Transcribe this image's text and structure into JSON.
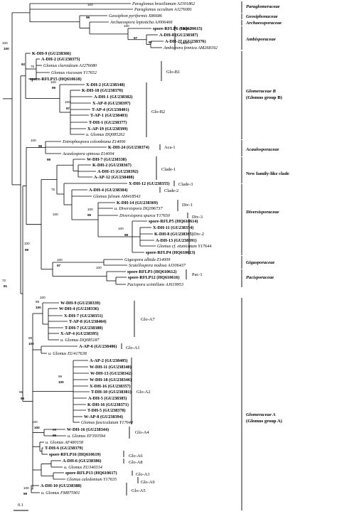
{
  "taxa": [
    {
      "t": "Paraglomus brasilianum AJ301862",
      "s": "i"
    },
    {
      "t": "Paraglomus occultum AJ276081",
      "s": "i"
    },
    {
      "t": "Geosiphon pyriformis X86686",
      "s": "i"
    },
    {
      "t": "Archaeospora leptoticha AJ006466",
      "s": "i"
    },
    {
      "t": "spore-RFLP6 (HQ610615)",
      "s": "b"
    },
    {
      "t": "A-DH-8 (GU238387)",
      "s": "b"
    },
    {
      "t": "A-DH-27 (GU238376)",
      "s": "b"
    },
    {
      "t": "Ambispora fennica AM268192",
      "s": "i"
    },
    {
      "t": "K-DH-9 (GU238366)",
      "s": "b"
    },
    {
      "t": "A-DH-2 (GU238375)",
      "s": "b"
    },
    {
      "t": "Glomus claroideum AJ276080",
      "s": "i"
    },
    {
      "t": "Glomus viscosum Y17652",
      "s": "i"
    },
    {
      "t": "spore-RFLP15 (HQ610618)",
      "s": "b"
    },
    {
      "t": "X-DH-2 (GU238348)",
      "s": "b"
    },
    {
      "t": "K-DH-18 (GU238370)",
      "s": "b"
    },
    {
      "t": "A-DH-1 (GU238382)",
      "s": "b"
    },
    {
      "t": "X-AP-8 (GU238397)",
      "s": "b"
    },
    {
      "t": "T-AP-4 (GU238401)",
      "s": "b"
    },
    {
      "t": "T-AP-1 (GU238403)",
      "s": "b"
    },
    {
      "t": "T-DH-1 (GU238377)",
      "s": "b"
    },
    {
      "t": "X-AP-19 (GU238399)",
      "s": "b"
    },
    {
      "t": "u. Glomus DQ085262",
      "s": "i"
    },
    {
      "t": "Entrophospora colombiana Z14006",
      "s": "i"
    },
    {
      "t": "K-DH-24 (GU238374)",
      "s": "b"
    },
    {
      "t": "Acaulospora spinosa Z14004",
      "s": "i"
    },
    {
      "t": "W-DH-7 (GU238338)",
      "s": "b"
    },
    {
      "t": "K-DH-2 (GU238367)",
      "s": "b"
    },
    {
      "t": "A-DH-15 (GU238392)",
      "s": "b"
    },
    {
      "t": "A-AP-12 (GU238408)",
      "s": "b"
    },
    {
      "t": "X-DH-12 (GU238355)",
      "s": "b"
    },
    {
      "t": "A-DH-4 (GU238384)",
      "s": "b"
    },
    {
      "t": "Glomus fulvum AM418543",
      "s": "i"
    },
    {
      "t": "K-DH-14 (GU238369)",
      "s": "b"
    },
    {
      "t": "u. Diversispora DQ396737",
      "s": "i"
    },
    {
      "t": "Diversispora spurca Y17650",
      "s": "i"
    },
    {
      "t": "spore-RFLP5 (HQ610614)",
      "s": "b"
    },
    {
      "t": "X-DH-11 (GU238354)",
      "s": "b"
    },
    {
      "t": "K-DH-8 (GU238365)",
      "s": "b"
    },
    {
      "t": "A-DH-13 (GU238391)",
      "s": "b"
    },
    {
      "t": "Glomus cf. etunicatum Y17644",
      "s": "i"
    },
    {
      "t": "spore-RFLP4 (HQ610613)",
      "s": "b"
    },
    {
      "t": "Gigaspora albida Z14009",
      "s": "i"
    },
    {
      "t": "Scutellospora nodosa AJ306437",
      "s": "i"
    },
    {
      "t": "spore-RFLP3 (HQ610612)",
      "s": "b"
    },
    {
      "t": "spore-RFLP12 (HQ610616)",
      "s": "b"
    },
    {
      "t": "Pacispora scintillans AJ619953",
      "s": "i"
    },
    {
      "t": "W-DH-9 (GU238339)",
      "s": "b"
    },
    {
      "t": "W-DH-4 (GU238336)",
      "s": "b"
    },
    {
      "t": "X-DH-7 (GU238351)",
      "s": "b"
    },
    {
      "t": "T-AP-8 (GU238404)",
      "s": "b"
    },
    {
      "t": "T-DH-7 (GU238380)",
      "s": "b"
    },
    {
      "t": "X-AP-4 (GU238395)",
      "s": "b"
    },
    {
      "t": "u. Glomus DQ085187",
      "s": "i"
    },
    {
      "t": "A-AP-6 (GU238406)",
      "s": "b"
    },
    {
      "t": "u. Glomus EU417638",
      "s": "i"
    },
    {
      "t": "A-AP-2 (GU238405)",
      "s": "b"
    },
    {
      "t": "W-DH-11 (GU238340)",
      "s": "b"
    },
    {
      "t": "W-DH-13 (GU238342)",
      "s": "b"
    },
    {
      "t": "W-DH-18 (GU238346)",
      "s": "b"
    },
    {
      "t": "X-DH-16 (GU238357)",
      "s": "b"
    },
    {
      "t": "T-DH-10 (GU238381)",
      "s": "b"
    },
    {
      "t": "A-DH-5 (GU238385)",
      "s": "b"
    },
    {
      "t": "K-DH-16 (GU238371)",
      "s": "b"
    },
    {
      "t": "T-DH-5 (GU238378)",
      "s": "b"
    },
    {
      "t": "W-AP-8 (GU238394)",
      "s": "b"
    },
    {
      "t": "Glomus fasciculatum Y17640",
      "s": "i"
    },
    {
      "t": "W-DH-16 (GU238344)",
      "s": "b"
    },
    {
      "t": "u. Glomus EF393594",
      "s": "i"
    },
    {
      "t": "u. Glomus AF480158",
      "s": "i"
    },
    {
      "t": "T-DH-6 (GU238379)",
      "s": "b"
    },
    {
      "t": "spore-RFLP16 (HQ610619)",
      "s": "b"
    },
    {
      "t": "A-DH-6 (GU238386)",
      "s": "b"
    },
    {
      "t": "u. Glomus EU340314",
      "s": "i"
    },
    {
      "t": "spore-RFLP13 (HQ610617)",
      "s": "b"
    },
    {
      "t": "Glomus caledonium Y17635",
      "s": "i"
    },
    {
      "t": "A-DH-10 (GU238388)",
      "s": "b"
    },
    {
      "t": "u. Glomus FM875901",
      "s": "i"
    }
  ],
  "supports": [
    {
      "id": "s0",
      "t": "100"
    },
    {
      "id": "s1",
      "t": "99"
    },
    {
      "id": "s2",
      "t": "100"
    },
    {
      "id": "s3",
      "t": "97"
    },
    {
      "id": "s4",
      "t": "97"
    },
    {
      "id": "s5",
      "t": "100"
    },
    {
      "id": "s6",
      "t": "100"
    },
    {
      "id": "s7",
      "t": "92"
    },
    {
      "id": "s8",
      "t": "76"
    },
    {
      "id": "s9",
      "t": "100"
    },
    {
      "id": "s10",
      "t": "99"
    },
    {
      "id": "s11",
      "t": "100"
    },
    {
      "id": "s12",
      "t": "97"
    },
    {
      "id": "s13",
      "t": "100"
    },
    {
      "id": "s14",
      "t": "98"
    },
    {
      "id": "s15",
      "t": "99"
    },
    {
      "id": "s16",
      "t": "75"
    },
    {
      "id": "s17",
      "t": "100"
    },
    {
      "id": "s18",
      "t": "100"
    },
    {
      "id": "s19",
      "t": "99"
    },
    {
      "id": "s20",
      "t": "100"
    },
    {
      "id": "s21",
      "t": "99"
    },
    {
      "id": "s22",
      "t": "100"
    },
    {
      "id": "s23",
      "t": "98"
    },
    {
      "id": "s24",
      "t": "100"
    },
    {
      "id": "s25",
      "t": "97"
    },
    {
      "id": "s26",
      "t": "100"
    },
    {
      "id": "s27",
      "t": "72"
    },
    {
      "id": "s28",
      "t": "81"
    },
    {
      "id": "s29",
      "t": "100"
    },
    {
      "id": "s30",
      "t": "99"
    },
    {
      "id": "s31",
      "t": "100"
    },
    {
      "id": "s32",
      "t": "99"
    },
    {
      "id": "s33",
      "t": "100"
    },
    {
      "id": "s34",
      "t": "99"
    },
    {
      "id": "s35",
      "t": "100"
    },
    {
      "id": "s36",
      "t": "99"
    },
    {
      "id": "s37",
      "t": "99"
    },
    {
      "id": "s38",
      "t": "100"
    },
    {
      "id": "s39",
      "t": "100"
    },
    {
      "id": "s40",
      "t": "99"
    },
    {
      "id": "s41",
      "t": "99"
    },
    {
      "id": "s42",
      "t": "100"
    },
    {
      "id": "s43",
      "t": "99"
    }
  ],
  "clades": [
    {
      "t": "Amb-2"
    },
    {
      "t": "Amb-1"
    },
    {
      "t": "Glo-B1"
    },
    {
      "t": "Glo-B2"
    },
    {
      "t": "Aca-1"
    },
    {
      "t": "Clade-1"
    },
    {
      "t": "Clade-3"
    },
    {
      "t": "Clade-2"
    },
    {
      "t": "Div-1"
    },
    {
      "t": "Div-3"
    },
    {
      "t": "Div-2"
    },
    {
      "t": "Pac-1"
    },
    {
      "t": "Glo-A7"
    },
    {
      "t": "Glo-A1"
    },
    {
      "t": "Glo-A2"
    },
    {
      "t": "Glo-A4"
    },
    {
      "t": "Glo-A6"
    },
    {
      "t": "Glo-A8"
    },
    {
      "t": "Glo-A3"
    },
    {
      "t": "Glo-A9"
    },
    {
      "t": "Glo-A5"
    }
  ],
  "families": [
    {
      "t": "Paraglomeraceae",
      "t2": "",
      "style": "i"
    },
    {
      "t": "Geosiphonaceae",
      "t2": "",
      "style": "i"
    },
    {
      "t": "Archaeosporaceae",
      "t2": "",
      "style": "i"
    },
    {
      "t": "Ambisporaceae",
      "t2": "",
      "style": "i"
    },
    {
      "t": "Glomeraceae B",
      "t2": "(Glomus group B)",
      "style": "i"
    },
    {
      "t": "Acaulosporaceae",
      "t2": "",
      "style": "i"
    },
    {
      "t": "New family-like clade",
      "t2": "",
      "style": "n"
    },
    {
      "t": "Diversisporaceae",
      "t2": "",
      "style": "i"
    },
    {
      "t": "Gigasporaceae",
      "t2": "",
      "style": "i"
    },
    {
      "t": "Pacisporaceae",
      "t2": "",
      "style": "i"
    },
    {
      "t": "Glomeraceae A",
      "t2": "(Glomus group A)",
      "style": "i"
    }
  ],
  "scale": {
    "label": "0.1",
    "value": 0.1
  }
}
